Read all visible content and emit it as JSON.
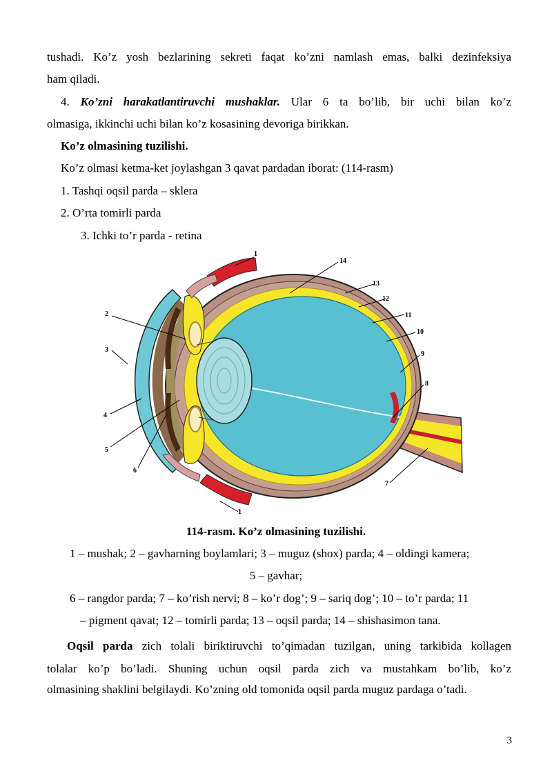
{
  "paragraphs": {
    "p1_line1": "tushadi. Ko’z yosh bezlarining sekreti faqat ko’zni namlash emas, balki dezinfeksiya",
    "p1_line2": "ham qiladi.",
    "p2_num": "4.",
    "p2_title": "Ko’zni harakatlantiruvchi mushaklar.",
    "p2_rest_line1": "Ular 6 ta bo’lib, bir uchi bilan ko’z",
    "p2_line2": "olmasiga, ikkinchi uchi bilan ko’z kosasining devoriga birikkan.",
    "heading": "Ko’z olmasining tuzilishi.",
    "intro": "Ko’z olmasi ketma-ket joylashgan 3 qavat pardadan iborat: (114-rasm)",
    "list": [
      "1. Tashqi oqsil parda – sklera",
      "2. O’rta tomirli parda",
      "3. Ichki to’r parda - retina"
    ]
  },
  "figure": {
    "labels": [
      "1",
      "2",
      "3",
      "4",
      "5",
      "6",
      "7",
      "8",
      "9",
      "10",
      "11",
      "12",
      "13",
      "14",
      "1"
    ],
    "caption_title": "114-rasm. Ko’z olmasining tuzilishi.",
    "caption_line1": "1 – mushak; 2 – gavharning boylamlari; 3 – muguz (shox) parda; 4 – oldingi kamera;",
    "caption_line2": "5 – gavhar;",
    "caption_line3": "6 – rangdor parda; 7 – ko’rish nervi; 8 – ko’r dog’; 9 – sariq dog’; 10 – to’r parda; 11",
    "caption_line4": "– pigment qavat; 12 – tomirli parda; 13 – oqsil parda; 14 – shishasimon tana."
  },
  "closing": {
    "bold_start": "Oqsil parda",
    "line1_rest": "zich tolali biriktiruvchi to’qimadan tuzilgan, uning tarkibida kollagen",
    "line2": "tolalar ko’p bo’ladi. Shuning uchun oqsil parda zich va mustahkam bo’lib, ko’z",
    "line3": "olmasining shaklini belgilaydi. Ko’zning old tomonida oqsil parda muguz pardaga o’tadi."
  },
  "page_number": "3",
  "colors": {
    "vitreous": "#58c0d0",
    "retina": "#f5e62a",
    "choroid": "#b89081",
    "muscle": "#d8202a",
    "nerve_red": "#c8202a",
    "lens": "#a8dce0"
  }
}
